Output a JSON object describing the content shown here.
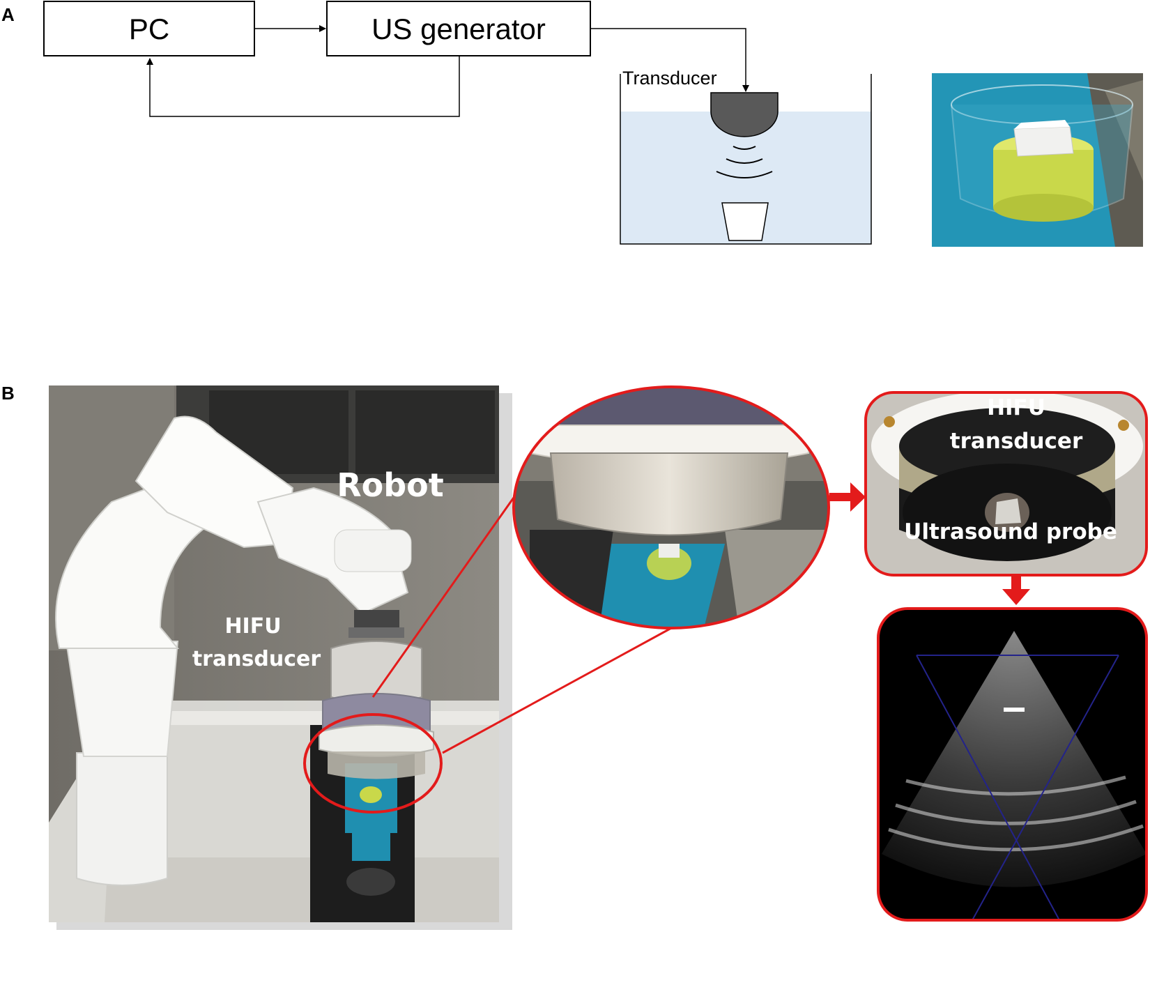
{
  "panel_a": {
    "label": "A",
    "pc_label": "PC",
    "generator_label": "US generator",
    "transducer_label": "Transducer"
  },
  "panel_b": {
    "label": "B",
    "robot_label": "Robot",
    "hifu_line1": "HIFU",
    "hifu_line2": "transducer",
    "zoom_hifu_line1": "HIFU",
    "zoom_hifu_line2": "transducer",
    "probe_label": "Ultrasound probe"
  },
  "colors": {
    "water": "#dde9f5",
    "transducer_fill": "#595959",
    "highlight_red": "#e31b1b",
    "mat_blue": "#1f8fb0",
    "phantom_green": "#c9d84a"
  }
}
